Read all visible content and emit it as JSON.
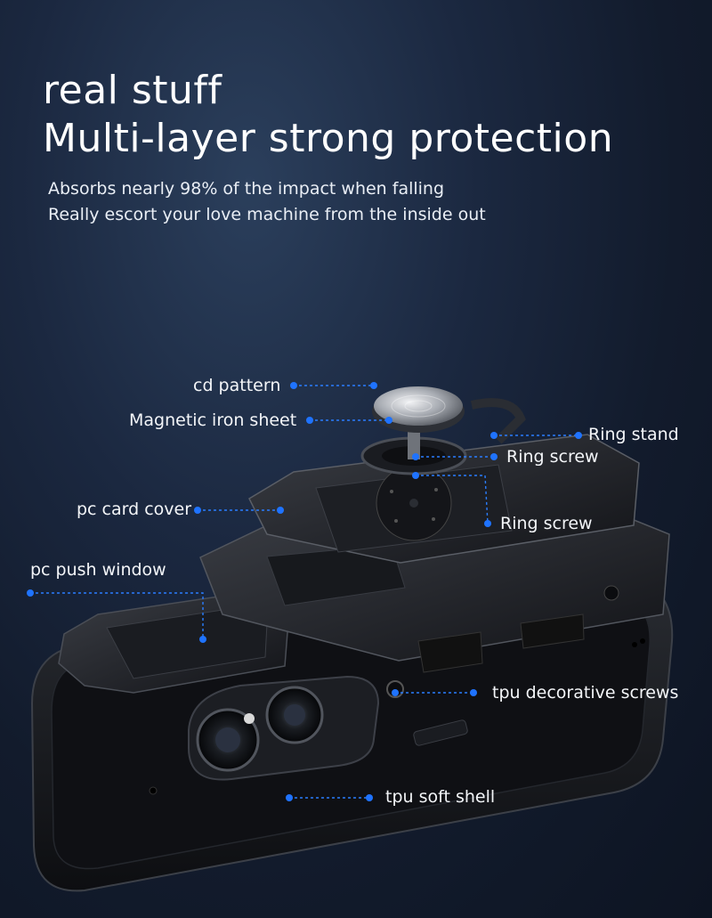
{
  "heading": {
    "line1": "real stuff",
    "line2": "Multi-layer strong protection"
  },
  "subheading": {
    "line1": "Absorbs nearly 98% of the impact when falling",
    "line2": "Really escort your love machine from the inside out"
  },
  "labels": {
    "cd_pattern": "cd pattern",
    "magnetic_iron_sheet": "Magnetic iron sheet",
    "ring_stand": "Ring stand",
    "ring_screw_top": "Ring screw",
    "pc_card_cover": "pc card cover",
    "ring_screw_bottom": "Ring screw",
    "pc_push_window": "pc push window",
    "tpu_decorative_screws": "tpu decorative screws",
    "tpu_soft_shell": "tpu soft shell"
  },
  "colors": {
    "accent": "#1f73ff",
    "background": "#152033"
  }
}
